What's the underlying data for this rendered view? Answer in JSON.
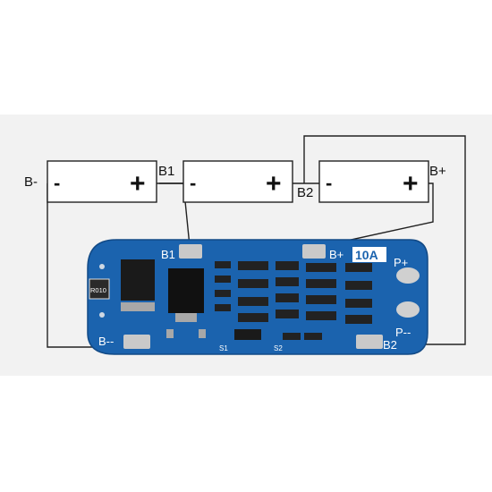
{
  "colors": {
    "background": "#f2f2f2",
    "board": "#1b63ae",
    "board_edge": "#124a86",
    "silkscreen": "#ffffff",
    "wire": "#222222",
    "pad": "#c9c9c9",
    "chip": "#1a1a1a"
  },
  "labels": {
    "b_minus_left": "B-",
    "b1_top": "B1",
    "b2_top": "B2",
    "b_plus_right": "B+"
  },
  "cells": [
    {
      "minus": "-",
      "plus": "+"
    },
    {
      "minus": "-",
      "plus": "+"
    },
    {
      "minus": "-",
      "plus": "+"
    }
  ],
  "board": {
    "b1": "B1",
    "b_plus": "B+",
    "rating": "10A",
    "p_plus": "P+",
    "p_minus": "P--",
    "b_minus": "B--",
    "b2": "B2",
    "resistor": "R010",
    "s1": "S1",
    "s2": "S2"
  }
}
